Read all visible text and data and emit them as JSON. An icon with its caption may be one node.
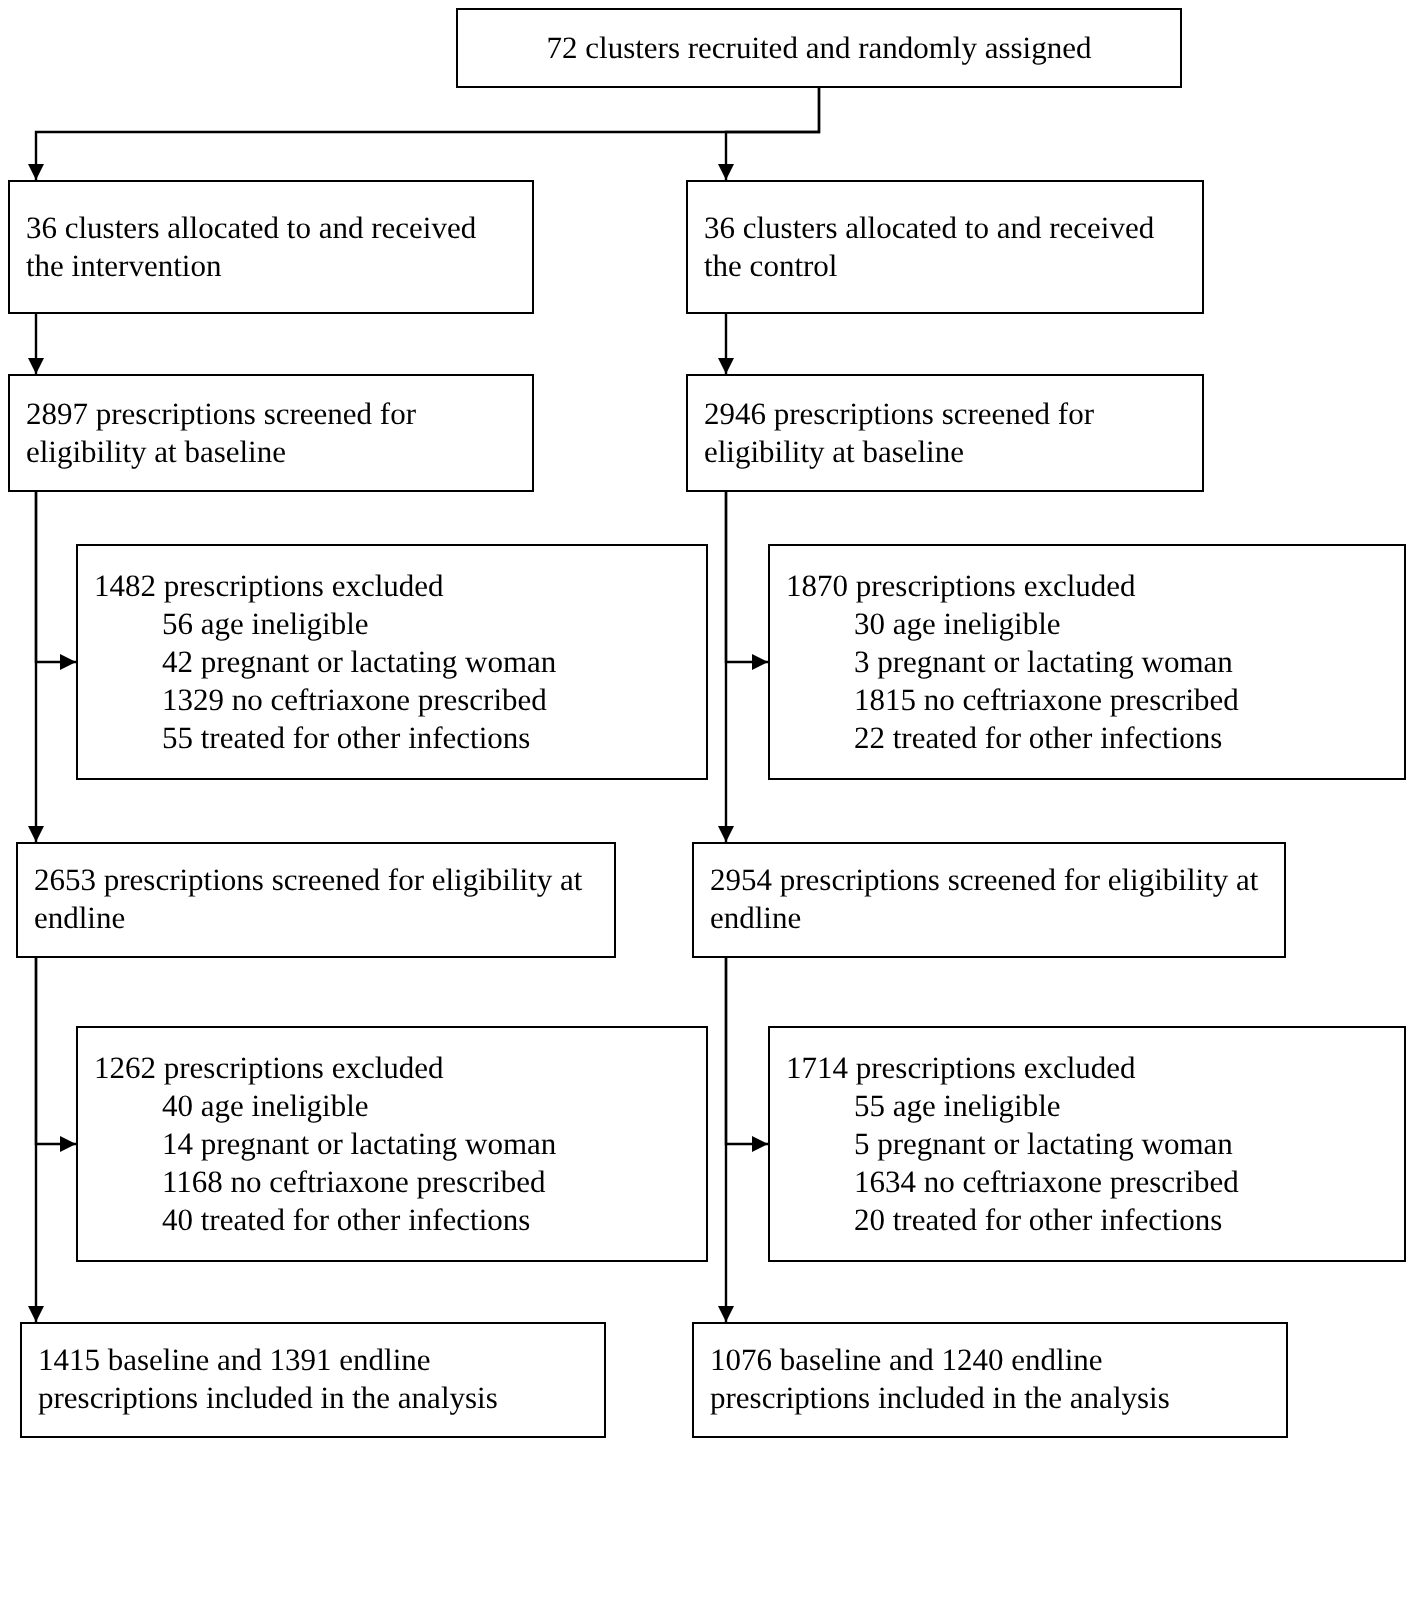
{
  "diagram": {
    "nodes": [
      {
        "text": [
          "72 clusters recruited and randomly assigned"
        ]
      },
      {
        "text": [
          "36 clusters allocated to and received the intervention"
        ]
      },
      {
        "text": [
          "36 clusters allocated to and received the control"
        ]
      },
      {
        "text": [
          "2897 prescriptions screened for eligibility at baseline"
        ]
      },
      {
        "text": [
          "2946 prescriptions screened for eligibility at baseline"
        ]
      },
      {
        "text": [
          "1482 prescriptions excluded",
          "56 age ineligible",
          "42 pregnant or lactating woman",
          "1329 no ceftriaxone prescribed",
          "55 treated for other infections"
        ]
      },
      {
        "text": [
          "1870 prescriptions excluded",
          "30 age ineligible",
          "3 pregnant or lactating woman",
          "1815 no ceftriaxone prescribed",
          "22 treated for other infections"
        ]
      },
      {
        "text": [
          "2653 prescriptions screened for eligibility at endline"
        ]
      },
      {
        "text": [
          "2954 prescriptions screened for eligibility at endline"
        ]
      },
      {
        "text": [
          "1262 prescriptions excluded",
          "40 age ineligible",
          "14 pregnant or lactating woman",
          "1168 no ceftriaxone prescribed",
          "40 treated for other infections"
        ]
      },
      {
        "text": [
          "1714 prescriptions excluded",
          "55 age ineligible",
          "5 pregnant or lactating woman",
          "1634 no ceftriaxone prescribed",
          "20 treated for other infections"
        ]
      },
      {
        "text": [
          "1415 baseline and 1391 endline prescriptions included in the analysis"
        ]
      },
      {
        "text": [
          "1076 baseline and 1240 endline prescriptions included in the analysis"
        ]
      }
    ],
    "edges": [
      {
        "from": 0,
        "to": 1,
        "arrow": "to"
      },
      {
        "from": 0,
        "to": 2,
        "arrow": "to"
      },
      {
        "from": 1,
        "to": 3,
        "arrow": "to"
      },
      {
        "from": 2,
        "to": 4,
        "arrow": "to"
      },
      {
        "from": 3,
        "to": 5,
        "arrow": "to"
      },
      {
        "from": 3,
        "to": 7,
        "arrow": "to"
      },
      {
        "from": 4,
        "to": 6,
        "arrow": "to"
      },
      {
        "from": 4,
        "to": 8,
        "arrow": "to"
      },
      {
        "from": 7,
        "to": 9,
        "arrow": "to"
      },
      {
        "from": 7,
        "to": 11,
        "arrow": "to"
      },
      {
        "from": 8,
        "to": 10,
        "arrow": "to"
      },
      {
        "from": 8,
        "to": 12,
        "arrow": "to"
      }
    ]
  }
}
